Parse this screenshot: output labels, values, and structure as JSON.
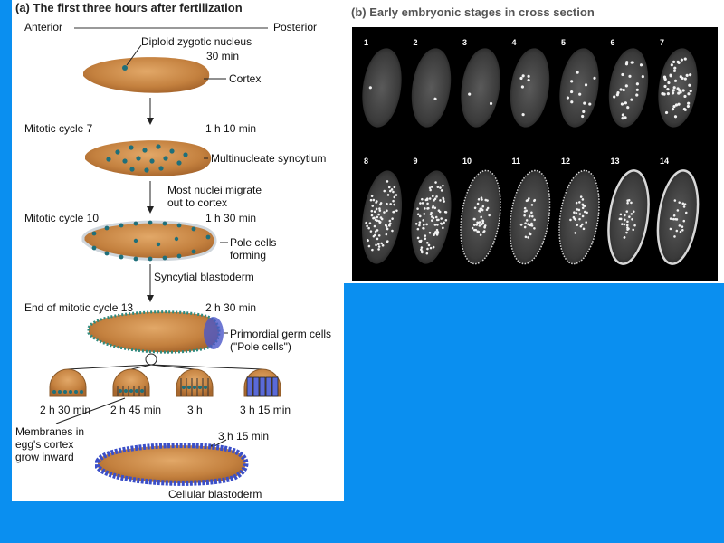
{
  "panel_a": {
    "title": "(a)  The first three hours after fertilization",
    "anterior": "Anterior",
    "posterior": "Posterior",
    "labels": {
      "diploid": "Diploid zygotic nucleus",
      "t30": "30 min",
      "cortex": "Cortex",
      "mc7": "Mitotic cycle 7",
      "t1h10": "1 h 10 min",
      "multinucleate": "Multinucleate syncytium",
      "migrate1": "Most nuclei migrate",
      "migrate2": "out to cortex",
      "mc10": "Mitotic cycle 10",
      "t1h30": "1 h 30 min",
      "pole1": "Pole cells",
      "pole2": "forming",
      "syncytial": "Syncytial blastoderm",
      "end13": "End of mitotic cycle 13",
      "t2h30": "2 h 30 min",
      "primordial1": "Primordial germ cells",
      "primordial2": "(\"Pole cells\")",
      "s1": "2 h 30 min",
      "s2": "2 h 45 min",
      "s3": "3 h",
      "s4": "3 h 15 min",
      "membranes1": "Membranes in",
      "membranes2": "egg's cortex",
      "membranes3": "grow inward",
      "t3h15": "3 h 15 min",
      "cellular": "Cellular blastoderm"
    }
  },
  "panel_b": {
    "title": "(b)  Early embryonic stages in cross section",
    "stages": [
      "1",
      "2",
      "3",
      "4",
      "5",
      "6",
      "7",
      "8",
      "9",
      "10",
      "11",
      "12",
      "13",
      "14"
    ]
  },
  "colors": {
    "background": "#0a8ff0",
    "egg": "#c98a4a",
    "nucleus": "#1f6f7a",
    "cellular": "#3b4fc8"
  }
}
